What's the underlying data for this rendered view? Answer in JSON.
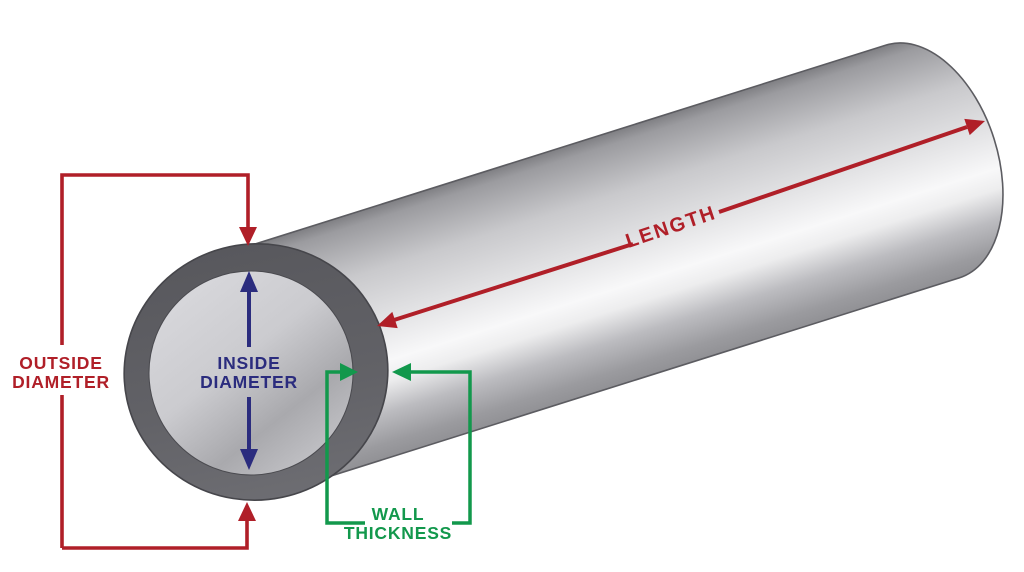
{
  "diagram": {
    "type": "pipe-dimension-diagram",
    "labels": {
      "outside_diameter": {
        "line1": "OUTSIDE",
        "line2": "DIAMETER"
      },
      "inside_diameter": {
        "line1": "INSIDE",
        "line2": "DIAMETER"
      },
      "wall_thickness": {
        "line1": "WALL",
        "line2": "THICKNESS"
      },
      "length": {
        "text": "LENGTH"
      }
    },
    "colors": {
      "outside_diameter": "#b01f28",
      "inside_diameter": "#2b2c7e",
      "wall_thickness": "#12984c",
      "length": "#b01f28",
      "pipe_wall": "#5f5f64",
      "pipe_highlight": "#f8f8f9",
      "pipe_shadow": "#8f8f93",
      "background": "#ffffff"
    }
  }
}
